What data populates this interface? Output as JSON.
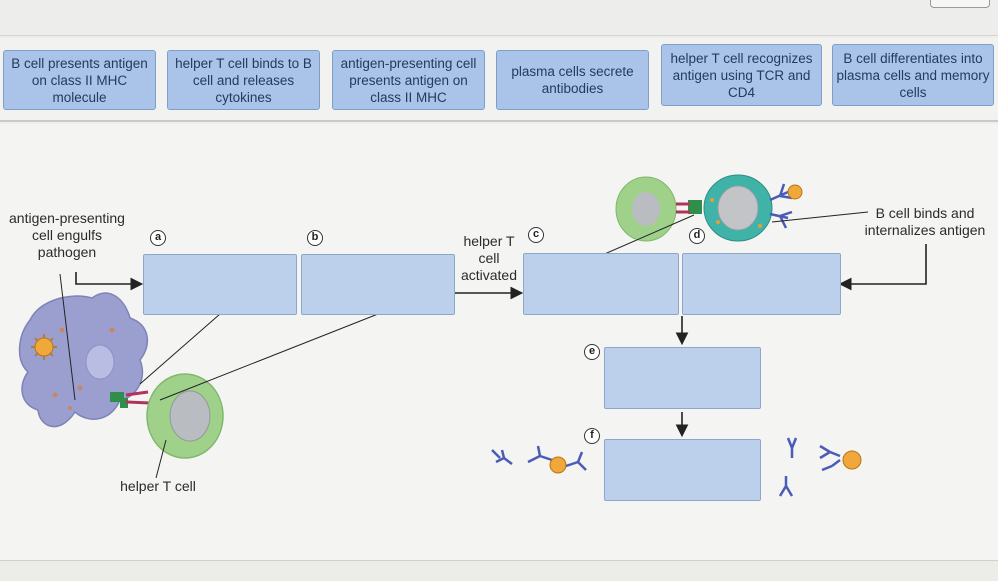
{
  "label_bank": [
    "B cell presents antigen on class II MHC molecule",
    "helper T cell binds to B cell and releases cytokines",
    "antigen-presenting cell presents antigen on class II MHC",
    "plasma cells secrete antibodies",
    "helper T cell recognizes antigen using TCR and CD4",
    "B cell differentiates into plasma cells and memory cells"
  ],
  "diagram": {
    "apc_label": "antigen-presenting cell engulfs pathogen",
    "helper_t_label": "helper T cell",
    "activated_label": "helper T cell activated",
    "bcell_label": "B cell binds and internalizes antigen",
    "markers": [
      "a",
      "b",
      "c",
      "d",
      "e",
      "f"
    ]
  },
  "colors": {
    "label_fill": "#a9c4e8",
    "drop_fill": "#bcd0ec",
    "t_cell": "#9fd18a",
    "b_cell": "#3fb3a8",
    "apc": "#9a9fcf",
    "antigen": "#f0a83a"
  }
}
